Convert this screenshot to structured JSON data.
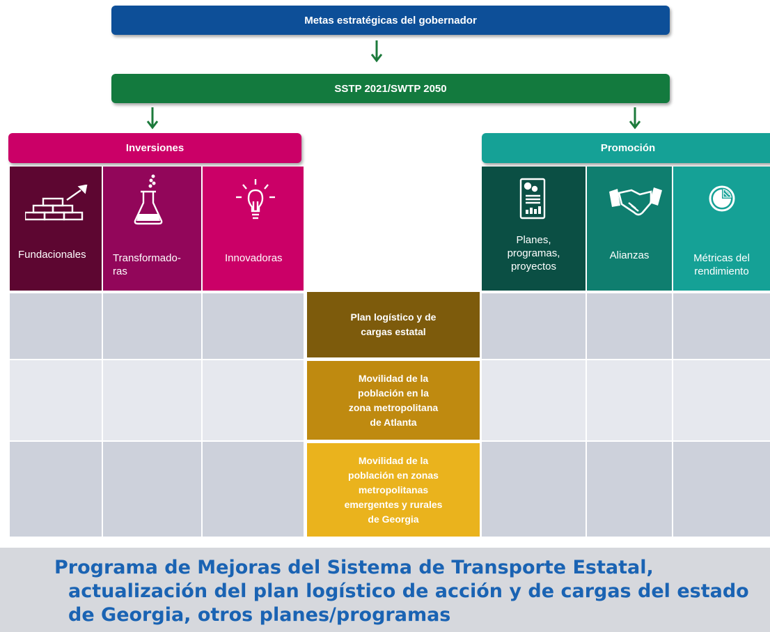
{
  "top_goal": "Metas estratégicas del gobernador",
  "plan": "SSTP 2021/SWTP 2050",
  "investments": {
    "title": "Inversiones",
    "items": [
      {
        "label": "Fundacionales",
        "icon": "bricks-trowel-icon"
      },
      {
        "label": "Transformado-\nras",
        "icon": "flask-icon"
      },
      {
        "label": "Innovadoras",
        "icon": "lightbulb-icon"
      }
    ]
  },
  "promotion": {
    "title": "Promoción",
    "items": [
      {
        "label": "Planes,\nprogramas,\nproyectos",
        "icon": "document-gears-icon"
      },
      {
        "label": "Alianzas",
        "icon": "handshake-icon"
      },
      {
        "label": "Métricas del\nrendimiento",
        "icon": "pie-gauge-icon"
      }
    ]
  },
  "middle_items": [
    {
      "label": "Plan logístico y de\ncargas estatal",
      "color": "#7d5b0c"
    },
    {
      "label": "Movilidad de la\npoblación en la\nzona metropolitana\nde Atlanta",
      "color": "#bf8a10"
    },
    {
      "label": "Movilidad de la\npoblación en zonas\nmetropolitanas\nemergentes y rurales\nde Georgia",
      "color": "#eab31d"
    }
  ],
  "footer": {
    "line1": "Programa de Mejoras del Sistema de Transporte Estatal,",
    "line2": "actualización del plan logístico de acción y de cargas del estado",
    "line3": "de Georgia, otros planes/programas"
  },
  "colors": {
    "goal_blue": "#0d4f98",
    "plan_green": "#137a3e",
    "arrow_green": "#1c7a3b",
    "investments_magenta": "#cb0067",
    "promotion_teal": "#15a196",
    "footer_blue": "#1a63b3"
  }
}
